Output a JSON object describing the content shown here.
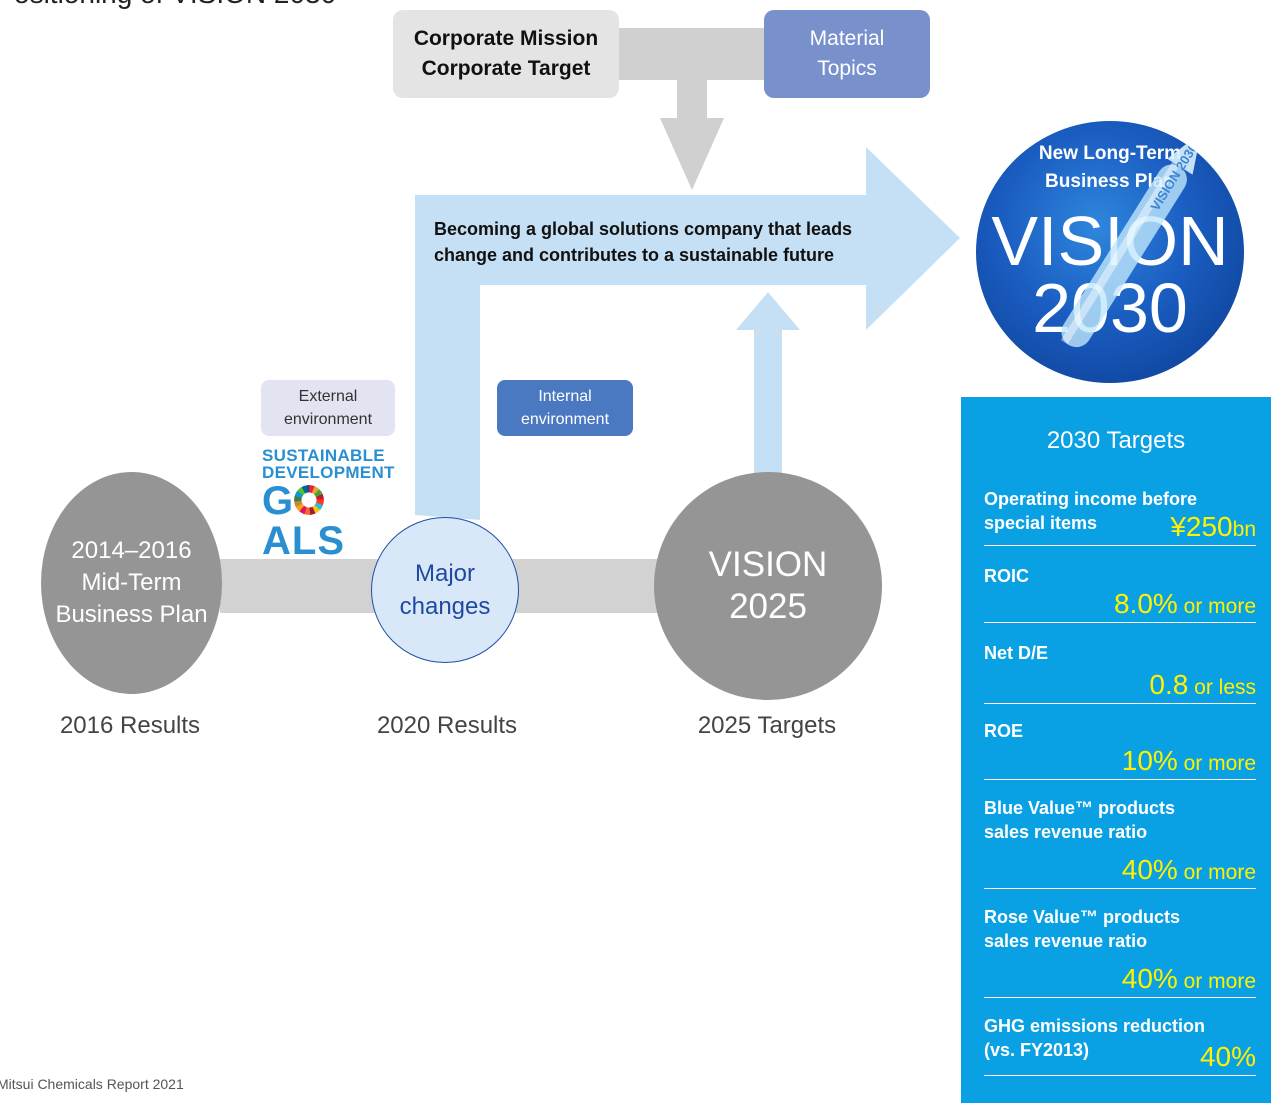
{
  "page_title": "ositioning of VISION 2030",
  "top_boxes": {
    "mission_line1": "Corporate Mission",
    "mission_line2": "Corporate Target",
    "material_line1": "Material",
    "material_line2": "Topics"
  },
  "arrow_text": {
    "line1": "Becoming a global solutions company that leads",
    "line2": "change and contributes to a sustainable future"
  },
  "external": {
    "line1": "External",
    "line2": "environment"
  },
  "internal": {
    "line1": "Internal",
    "line2": "environment"
  },
  "sdg": {
    "line1": "SUSTAINABLE",
    "line2": "DEVELOPMENT",
    "g": "G",
    "o_icon": "sdg-wheel-icon",
    "rest": "ALS"
  },
  "circles": {
    "plan2016": {
      "line1": "2014–2016",
      "line2": "Mid-Term",
      "line3": "Business Plan"
    },
    "major": {
      "line1": "Major",
      "line2": "changes"
    },
    "vision2025": {
      "line1": "VISION",
      "line2": "2025"
    }
  },
  "results": {
    "r2016": "2016 Results",
    "r2020": "2020 Results",
    "t2025": "2025 Targets"
  },
  "vision2030": {
    "line1": "New Long-Term",
    "line2": "Business Plan",
    "big1": "VISION",
    "big2": "2030",
    "rocket_text": "VISION 2030"
  },
  "targets": {
    "title": "2030 Targets",
    "items": [
      {
        "label1": "Operating income before",
        "label2": "special items",
        "value": "¥250",
        "suffix": "bn"
      },
      {
        "label1": "ROIC",
        "label2": "",
        "value": "8.0%",
        "suffix": " or more"
      },
      {
        "label1": "Net D/E",
        "label2": "",
        "value": "0.8",
        "suffix": " or less"
      },
      {
        "label1": "ROE",
        "label2": "",
        "value": "10%",
        "suffix": " or more"
      },
      {
        "label1": "Blue Value™ products",
        "label2": "sales revenue ratio",
        "value": "40%",
        "suffix": " or more"
      },
      {
        "label1": "Rose Value™ products",
        "label2": "sales revenue ratio",
        "value": "40%",
        "suffix": " or more"
      },
      {
        "label1": "GHG emissions reduction",
        "label2": "(vs. FY2013)",
        "value": "40%",
        "suffix": ""
      }
    ]
  },
  "footer": "Mitsui Chemicals Report 2021",
  "colors": {
    "light_blue_arrow": "#c5e0f5",
    "gray": "#959595",
    "targets_bg": "#0aa0e4",
    "highlight": "#fff200",
    "material": "#7891cd",
    "internal": "#4a79c2"
  }
}
